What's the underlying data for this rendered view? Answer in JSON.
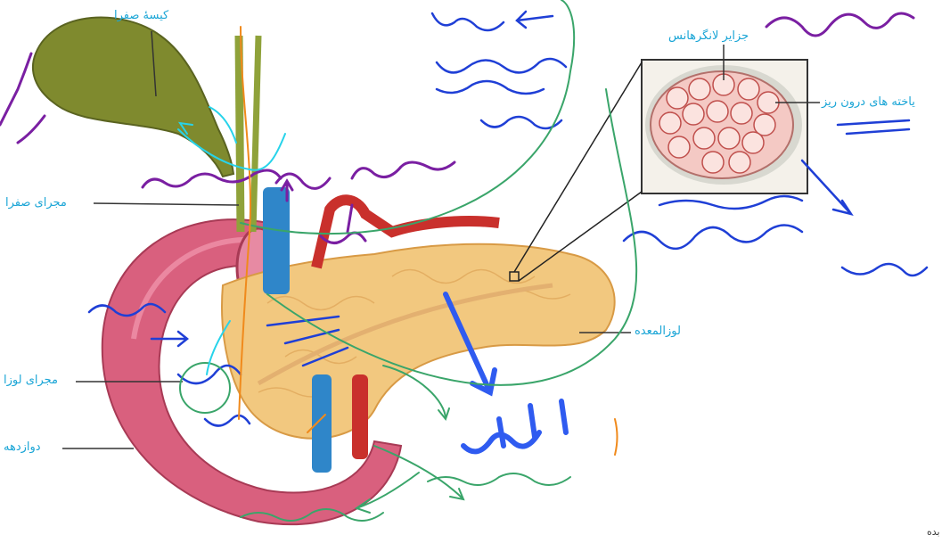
{
  "labels": {
    "gallbladder": "کیسهٔ صفرا",
    "islets": "جزایر لانگرهانس",
    "endocrine_cells": "یاخته های درون ریز",
    "bile_duct": "مجرای صفرا",
    "pancreas": "لوزالمعده",
    "pancreatic_duct": "مجرای لوزا",
    "duodenum": "دوازدهه",
    "corner_fragment": "بده"
  },
  "colors": {
    "label_blue": "#1aa5d6",
    "ink_purple": "#7a1fa2",
    "ink_blue": "#1f3fd6",
    "ink_green": "#3aa56a",
    "ink_orange": "#f08a1c",
    "pancreas_fill": "#f2c87f",
    "duodenum_fill": "#d9607e",
    "gallbladder_fill": "#7f8a2e",
    "vein_blue": "#2f86c9",
    "artery_red": "#c9302c"
  }
}
